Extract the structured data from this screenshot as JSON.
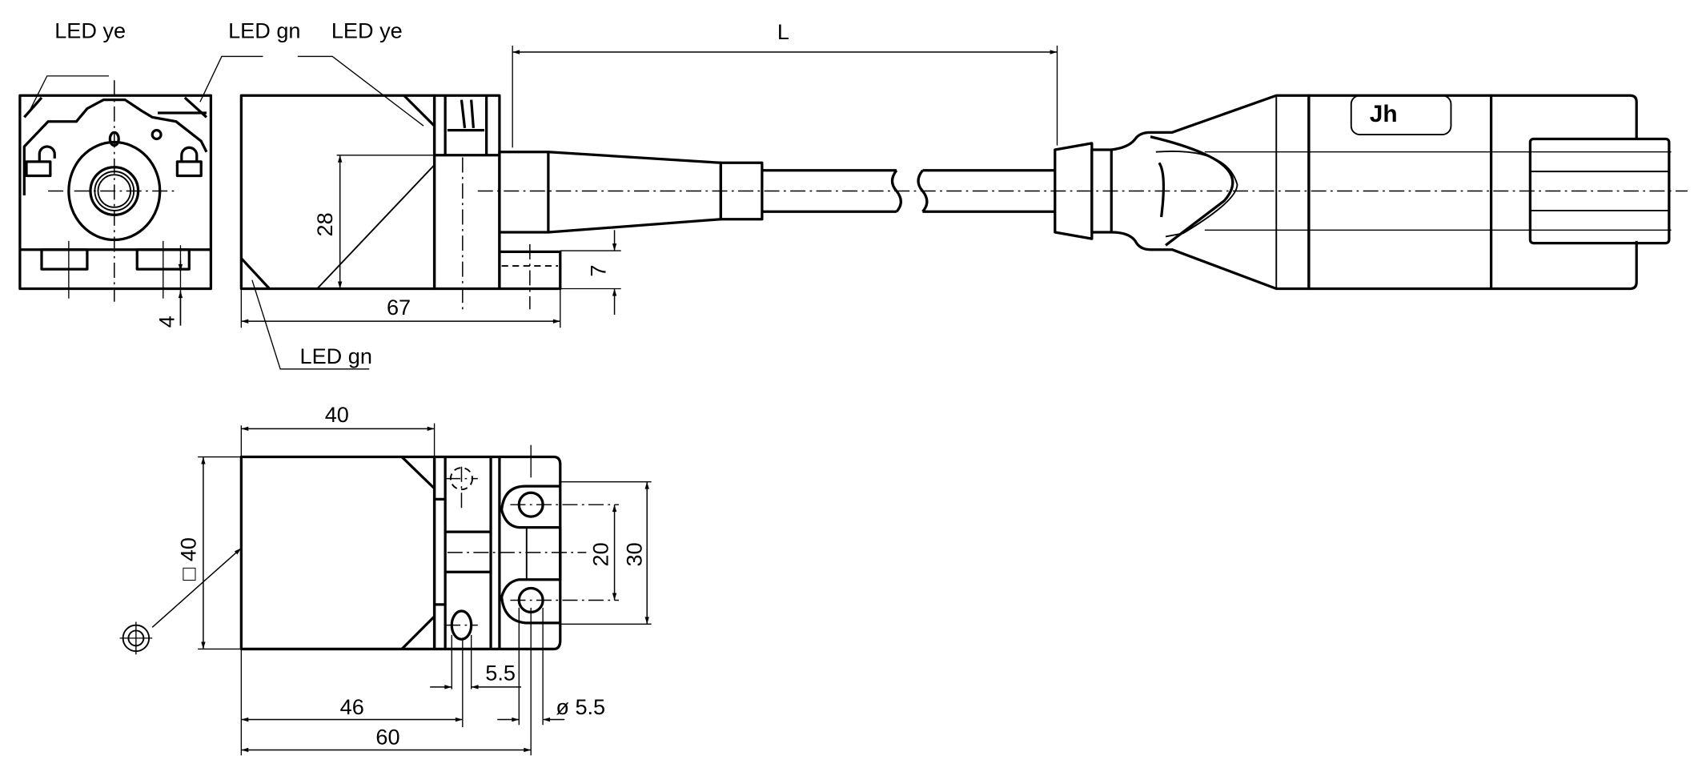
{
  "labels": {
    "led_ye_front": "LED ye",
    "led_gn_front": "LED gn",
    "led_ye_side": "LED ye",
    "led_gn_side": "LED gn"
  },
  "dimensions": {
    "cable_length": "L",
    "height_28": "28",
    "length_67": "67",
    "offset_7": "7",
    "offset_4": "4",
    "width_40": "40",
    "square_40": "□ 40",
    "hole_spacing_20": "20",
    "hole_spacing_30": "30",
    "slot_5_5": "5.5",
    "dist_46": "46",
    "dist_60": "60",
    "dia_5_5": "ø 5.5"
  }
}
